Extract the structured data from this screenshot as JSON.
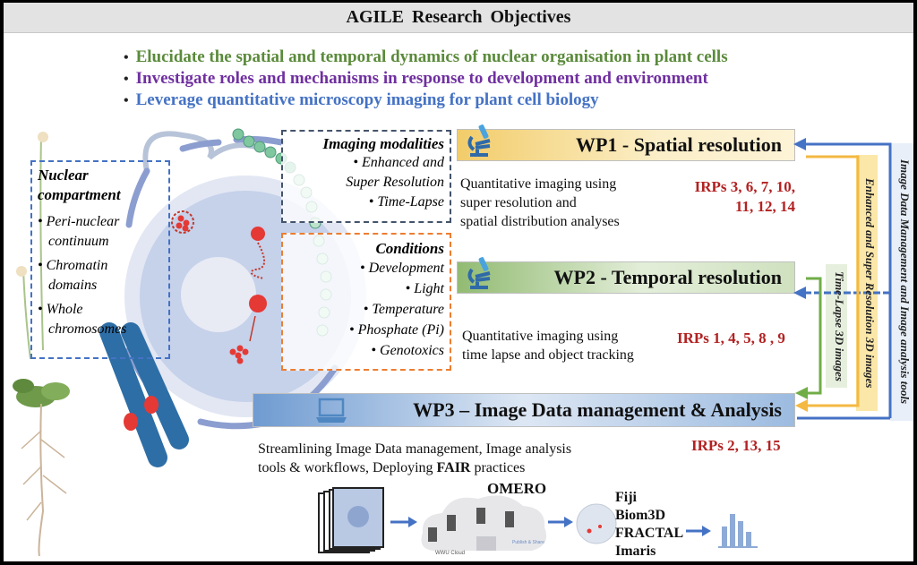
{
  "title": "AGILE  Research Objectives",
  "objectives": [
    {
      "text": "Elucidate the spatial and temporal dynamics of nuclear organisation in plant cells",
      "color": "#5a8a3a"
    },
    {
      "text": "Investigate roles and mechanisms in response to development and environment",
      "color": "#7030a0"
    },
    {
      "text": "Leverage quantitative microscopy imaging for plant cell biology",
      "color": "#4472c4"
    }
  ],
  "nuclear_compartment": {
    "title_line1": "Nuclear",
    "title_line2": "compartment",
    "items": [
      {
        "line1": "Peri-nuclear",
        "line2": "continuum"
      },
      {
        "line1": "Chromatin",
        "line2": "domains"
      },
      {
        "line1": "Whole",
        "line2": "chromosomes"
      }
    ],
    "border_color": "#4472c4"
  },
  "imaging_modalities": {
    "title": "Imaging modalities",
    "items": [
      "Enhanced and",
      "Super Resolution",
      "Time-Lapse"
    ],
    "border_color": "#44546a"
  },
  "conditions": {
    "title": "Conditions",
    "items": [
      "Development",
      "Light",
      "Temperature",
      "Phosphate (Pi)",
      "Genotoxics"
    ],
    "border_color": "#ed7d31"
  },
  "wp1": {
    "title": "WP1  - Spatial resolution",
    "icon": "microscope-icon",
    "description": [
      "Quantitative imaging using",
      "super resolution and",
      "spatial distribution analyses"
    ],
    "irps": [
      "IRPs 3, 6, 7, 10,",
      "11, 12, 14"
    ],
    "color": "#f5c542"
  },
  "wp2": {
    "title": "WP2  - Temporal  resolution",
    "icon": "microscope-icon",
    "description": [
      "Quantitative imaging using",
      "time lapse and object tracking"
    ],
    "irps": [
      "IRPs 1, 4, 5, 8 , 9"
    ],
    "color": "#8db46a"
  },
  "wp3": {
    "title": "WP3 – Image Data management & Analysis",
    "icon": "laptop-icon",
    "description_line1": "Streamlining Image Data management, Image analysis",
    "description_line2_pre": "tools & workflows, Deploying ",
    "description_line2_bold": "FAIR",
    "description_line2_post": " practices",
    "irps": [
      "IRPs 2, 13, 15"
    ],
    "color": "#6f9bd1"
  },
  "flow_labels": {
    "time_lapse": "Time-Lapse 3D images",
    "super_res": "Enhanced and Super Resolution 3D images",
    "image_mgmt": "Image Data Management and Image analysis tools"
  },
  "pipeline": {
    "omero_label": "OMERO",
    "cloud_label": "WWU Cloud",
    "publish_label": "Publish & Share",
    "tools": [
      "Fiji",
      "Biom3D",
      "FRACTAL",
      "Imaris"
    ]
  }
}
